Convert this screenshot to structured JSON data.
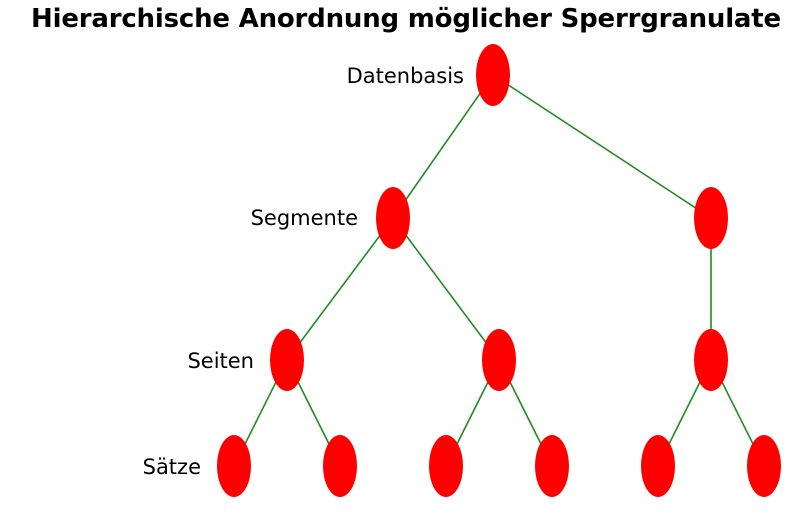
{
  "title": "Hierarchische Anordnung möglicher Sperrgranulate",
  "colors": {
    "node_fill": "#ff0000",
    "edge_stroke": "#228b22",
    "text": "#000000",
    "background": "#ffffff"
  },
  "levels": [
    {
      "id": "datenbasis",
      "label": "Datenbasis"
    },
    {
      "id": "segmente",
      "label": "Segmente"
    },
    {
      "id": "seiten",
      "label": "Seiten"
    },
    {
      "id": "saetze",
      "label": "Sätze"
    }
  ],
  "tree": {
    "nodes": [
      {
        "id": "db",
        "level": 0
      },
      {
        "id": "seg1",
        "level": 1
      },
      {
        "id": "seg2",
        "level": 1
      },
      {
        "id": "page1",
        "level": 2
      },
      {
        "id": "page2",
        "level": 2
      },
      {
        "id": "page3",
        "level": 2
      },
      {
        "id": "rec1",
        "level": 3
      },
      {
        "id": "rec2",
        "level": 3
      },
      {
        "id": "rec3",
        "level": 3
      },
      {
        "id": "rec4",
        "level": 3
      },
      {
        "id": "rec5",
        "level": 3
      },
      {
        "id": "rec6",
        "level": 3
      }
    ],
    "edges": [
      [
        "db",
        "seg1"
      ],
      [
        "db",
        "seg2"
      ],
      [
        "seg1",
        "page1"
      ],
      [
        "seg1",
        "page2"
      ],
      [
        "seg2",
        "page3"
      ],
      [
        "page1",
        "rec1"
      ],
      [
        "page1",
        "rec2"
      ],
      [
        "page2",
        "rec3"
      ],
      [
        "page2",
        "rec4"
      ],
      [
        "page3",
        "rec5"
      ],
      [
        "page3",
        "rec6"
      ]
    ]
  }
}
